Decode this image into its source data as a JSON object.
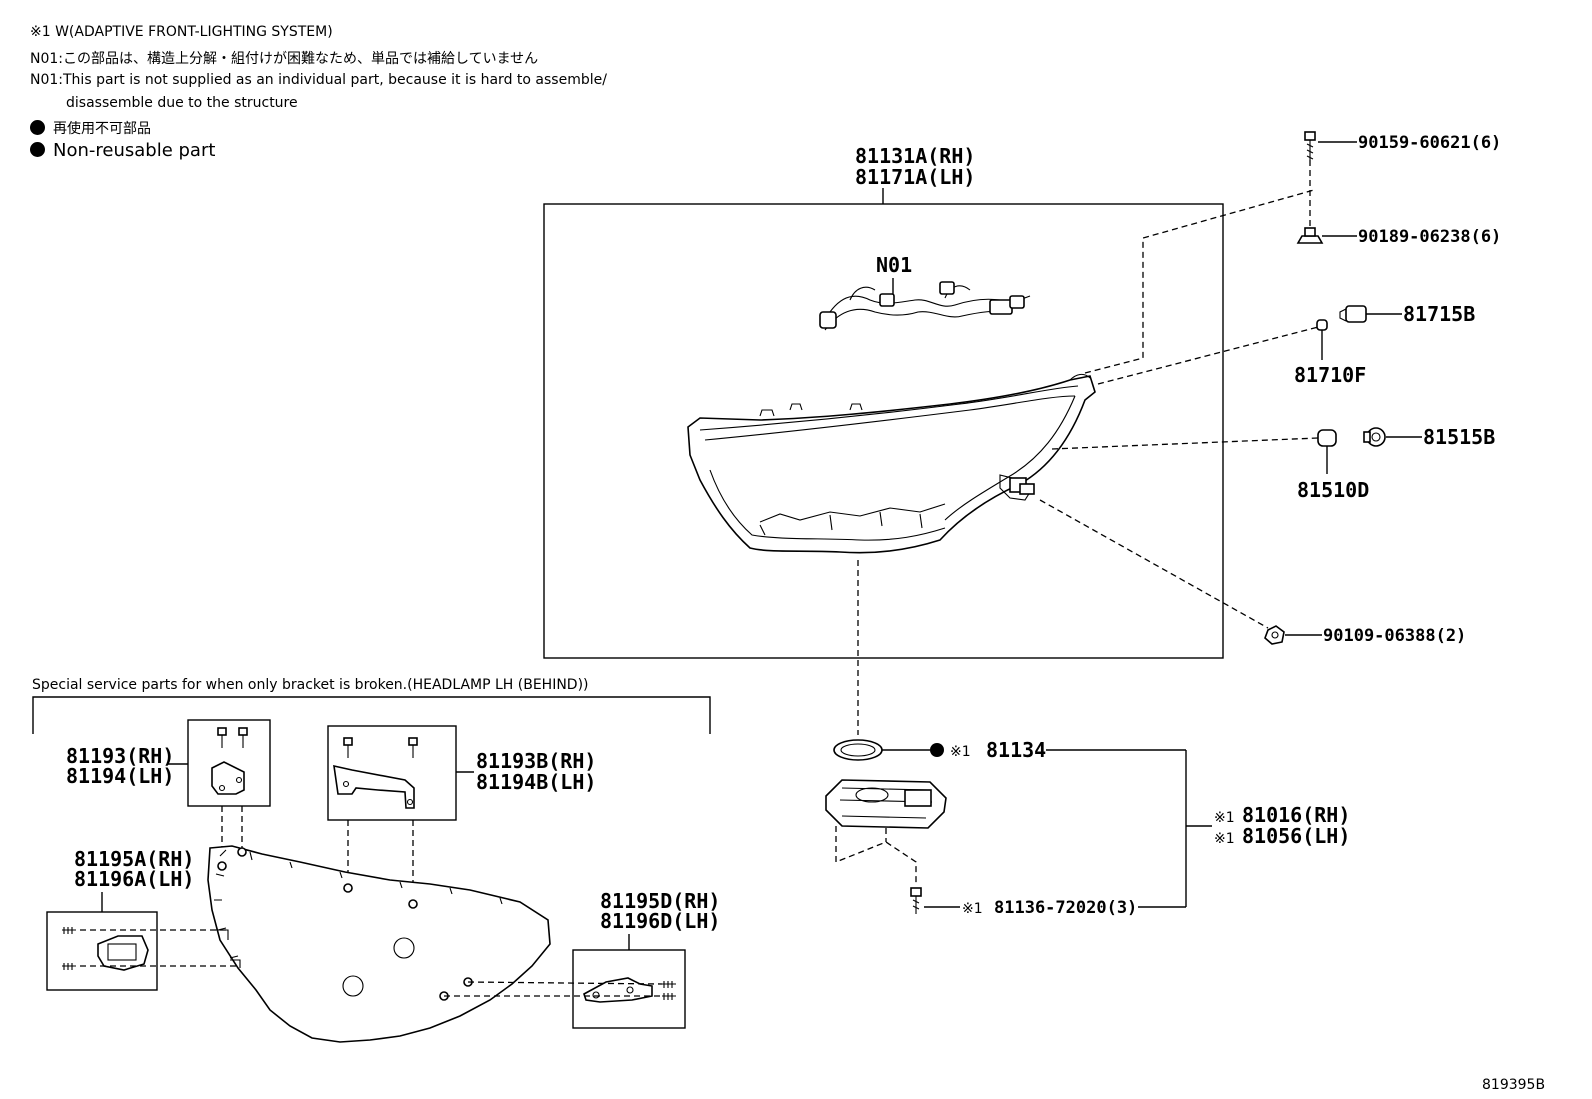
{
  "notes": {
    "line1": "※1 W(ADAPTIVE FRONT-LIGHTING SYSTEM)",
    "line2": "N01:この部品は、構造上分解・組付けが困難なため、単品では補給していません",
    "line3": "N01:This part is not supplied as an individual part, because it is hard to assemble/",
    "line4": "disassemble due to the structure",
    "line5": "再使用不可部品",
    "line6": "Non-reusable part"
  },
  "section_title": "Special service parts for when only bracket is broken.(HEADLAMP LH (BEHIND))",
  "labels": {
    "headlamp_rh": "81131A(RH)",
    "headlamp_lh": "81171A(LH)",
    "harness": "N01",
    "screw_a": "90159-60621(6)",
    "nut_a": "90189-06238(6)",
    "bulb_a": "81715B",
    "socket_a": "81710F",
    "socket_b": "81515B",
    "bulb_b": "81510D",
    "bolt_b": "90109-06388(2)",
    "gasket_mark": "※1",
    "gasket": "81134",
    "computer_mark1": "※1",
    "computer_rh": "81016(RH)",
    "computer_mark2": "※1",
    "computer_lh": "81056(LH)",
    "screw_c_mark": "※1",
    "screw_c": "81136-72020(3)",
    "bracket1_rh": "81193(RH)",
    "bracket1_lh": "81194(LH)",
    "bracket2_rh": "81193B(RH)",
    "bracket2_lh": "81194B(LH)",
    "bracket3_rh": "81195A(RH)",
    "bracket3_lh": "81196A(LH)",
    "bracket4_rh": "81195D(RH)",
    "bracket4_lh": "81196D(LH)",
    "diagram_code": "819395B"
  }
}
